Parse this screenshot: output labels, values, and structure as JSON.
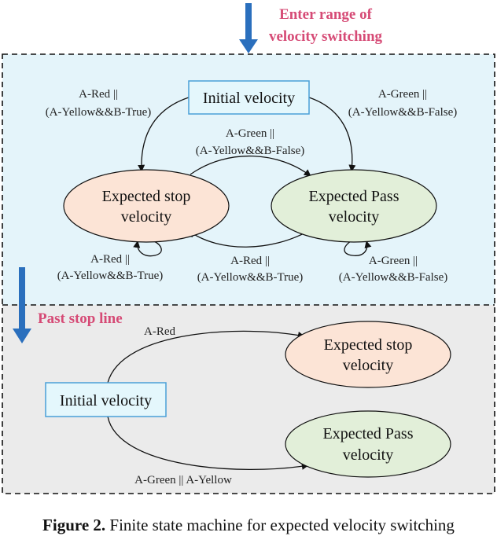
{
  "colors": {
    "section_top_fill": "#e4f4fa",
    "section_bottom_fill": "#ebebeb",
    "header_text": "#d64b76",
    "arrow_fill": "#2a6fbd",
    "box_border": "#4aa0d8",
    "box_fill": "#e4f7fc",
    "stop_fill": "#fce4d6",
    "pass_fill": "#e2efd9",
    "edge": "#111111"
  },
  "headers": {
    "enter_line1": "Enter range of",
    "enter_line2": "velocity switching",
    "past": "Past stop line"
  },
  "top": {
    "initial": "Initial velocity",
    "stop_line1": "Expected stop",
    "stop_line2": "velocity",
    "pass_line1": "Expected Pass",
    "pass_line2": "velocity",
    "init_to_stop": [
      "A-Red ||",
      "(A-Yellow&&B-True)"
    ],
    "init_to_pass": [
      "A-Green ||",
      "(A-Yellow&&B-False)"
    ],
    "stop_to_pass": [
      "A-Green ||",
      "(A-Yellow&&B-False)"
    ],
    "pass_to_stop": [
      "A-Red ||",
      "(A-Yellow&&B-True)"
    ],
    "stop_self": [
      "A-Red ||",
      "(A-Yellow&&B-True)"
    ],
    "pass_self": [
      "A-Green ||",
      "(A-Yellow&&B-False)"
    ]
  },
  "bottom": {
    "initial": "Initial velocity",
    "stop_line1": "Expected stop",
    "stop_line2": "velocity",
    "pass_line1": "Expected Pass",
    "pass_line2": "velocity",
    "to_stop": "A-Red",
    "to_pass": "A-Green || A-Yellow"
  },
  "caption": {
    "label": "Figure 2.",
    "text": " Finite state machine for expected velocity switching"
  }
}
